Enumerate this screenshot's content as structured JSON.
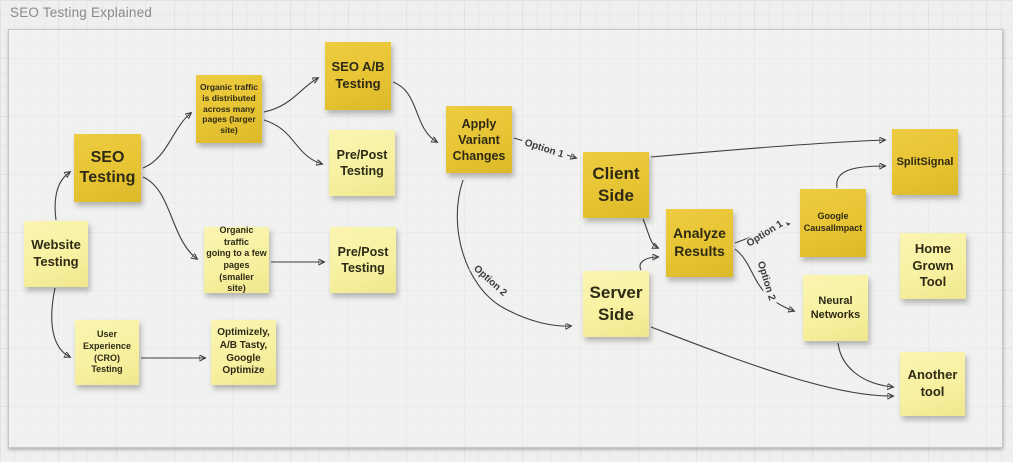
{
  "app": {
    "title": "SEO Testing Explained"
  },
  "colors": {
    "sticky_dark": "#E7C433",
    "sticky_light": "#F7F1A1",
    "canvas_bg": "#EFEFED",
    "arrow": "#3F3F3F",
    "title_text": "#8A8A8A",
    "note_text": "#2E2A16"
  },
  "notes": [
    {
      "id": "website-testing",
      "text": "Website\nTesting",
      "tone": "light"
    },
    {
      "id": "seo-testing",
      "text": "SEO\nTesting",
      "tone": "dark"
    },
    {
      "id": "organic-larger-site",
      "text": "Organic traffic\nis distributed\nacross many\npages (larger\nsite)",
      "tone": "dark"
    },
    {
      "id": "seo-ab-testing",
      "text": "SEO A/B\nTesting",
      "tone": "dark"
    },
    {
      "id": "prepost-testing-top",
      "text": "Pre/Post\nTesting",
      "tone": "light"
    },
    {
      "id": "organic-smaller-site",
      "text": "Organic traffic\ngoing to a few\npages (smaller\nsite)",
      "tone": "light"
    },
    {
      "id": "prepost-testing-bottom",
      "text": "Pre/Post\nTesting",
      "tone": "light"
    },
    {
      "id": "user-experience-cro",
      "text": "User\nExperience\n(CRO)\nTesting",
      "tone": "light"
    },
    {
      "id": "optimizely-tools",
      "text": "Optimizely,\nA/B Tasty,\nGoogle\nOptimize",
      "tone": "light"
    },
    {
      "id": "apply-variant-changes",
      "text": "Apply\nVariant\nChanges",
      "tone": "dark"
    },
    {
      "id": "client-side",
      "text": "Client\nSide",
      "tone": "dark"
    },
    {
      "id": "server-side",
      "text": "Server\nSide",
      "tone": "light"
    },
    {
      "id": "analyze-results",
      "text": "Analyze\nResults",
      "tone": "dark"
    },
    {
      "id": "google-causalimpact",
      "text": "Google\nCausalImpact",
      "tone": "dark"
    },
    {
      "id": "neural-networks",
      "text": "Neural\nNetworks",
      "tone": "light"
    },
    {
      "id": "splitsignal",
      "text": "SplitSignal",
      "tone": "dark"
    },
    {
      "id": "home-grown-tool",
      "text": "Home\nGrown\nTool",
      "tone": "light"
    },
    {
      "id": "another-tool",
      "text": "Another\ntool",
      "tone": "light"
    }
  ],
  "edge_labels": [
    {
      "id": "option1-apply-client",
      "text": "Option 1"
    },
    {
      "id": "option2-apply-server",
      "text": "Option 2"
    },
    {
      "id": "option1-analyze-causal",
      "text": "Option 1"
    },
    {
      "id": "option2-analyze-neural",
      "text": "Option 2"
    }
  ],
  "connections": [
    {
      "from": "website-testing",
      "to": "seo-testing",
      "label": ""
    },
    {
      "from": "website-testing",
      "to": "user-experience-cro",
      "label": ""
    },
    {
      "from": "seo-testing",
      "to": "organic-larger-site",
      "label": ""
    },
    {
      "from": "seo-testing",
      "to": "organic-smaller-site",
      "label": ""
    },
    {
      "from": "organic-larger-site",
      "to": "seo-ab-testing",
      "label": ""
    },
    {
      "from": "organic-larger-site",
      "to": "prepost-testing-top",
      "label": ""
    },
    {
      "from": "organic-smaller-site",
      "to": "prepost-testing-bottom",
      "label": ""
    },
    {
      "from": "user-experience-cro",
      "to": "optimizely-tools",
      "label": ""
    },
    {
      "from": "seo-ab-testing",
      "to": "apply-variant-changes",
      "label": ""
    },
    {
      "from": "apply-variant-changes",
      "to": "client-side",
      "label": "Option 1"
    },
    {
      "from": "apply-variant-changes",
      "to": "server-side",
      "label": "Option 2"
    },
    {
      "from": "client-side",
      "to": "analyze-results",
      "label": ""
    },
    {
      "from": "server-side",
      "to": "analyze-results",
      "label": ""
    },
    {
      "from": "client-side",
      "to": "splitsignal",
      "label": ""
    },
    {
      "from": "analyze-results",
      "to": "google-causalimpact",
      "label": "Option 1"
    },
    {
      "from": "analyze-results",
      "to": "neural-networks",
      "label": "Option 2"
    },
    {
      "from": "google-causalimpact",
      "to": "splitsignal",
      "label": ""
    },
    {
      "from": "neural-networks",
      "to": "another-tool",
      "label": ""
    },
    {
      "from": "server-side",
      "to": "another-tool",
      "label": ""
    }
  ]
}
